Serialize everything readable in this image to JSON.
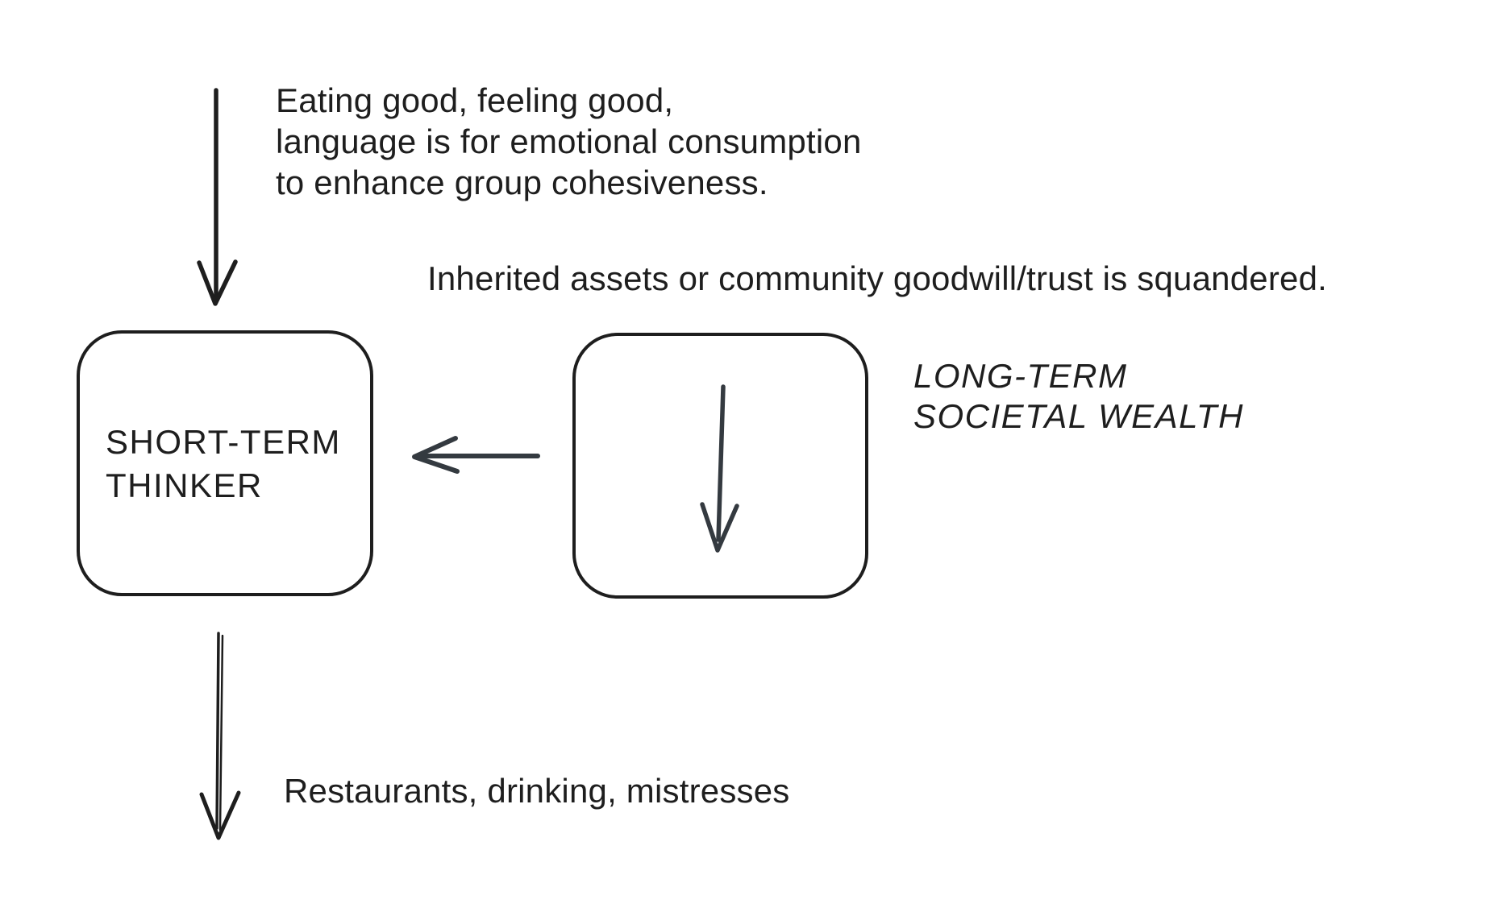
{
  "colors": {
    "ink": "#1e1e1e",
    "accent": "#343a40",
    "background": "#ffffff"
  },
  "notes": {
    "consumption": {
      "line1": "Eating good, feeling good,",
      "line2": "language is for emotional consumption",
      "line3": "to enhance group cohesiveness.",
      "icon": "down-arrow-icon"
    },
    "squandered": "Inherited assets or community goodwill/trust is squandered.",
    "spending": "Restaurants, drinking, mistresses"
  },
  "nodes": {
    "short_term_thinker": {
      "line1": "SHORT-TERM",
      "line2": "THINKER"
    },
    "societal_wealth": {
      "label_line1": "LONG-TERM",
      "label_line2": "SOCIETAL WEALTH",
      "icon": "down-arrow-icon"
    }
  },
  "arrows": {
    "inflow": "down-arrow",
    "transfer": "left-arrow",
    "decline": "down-arrow",
    "outflow": "double-down-arrow"
  }
}
